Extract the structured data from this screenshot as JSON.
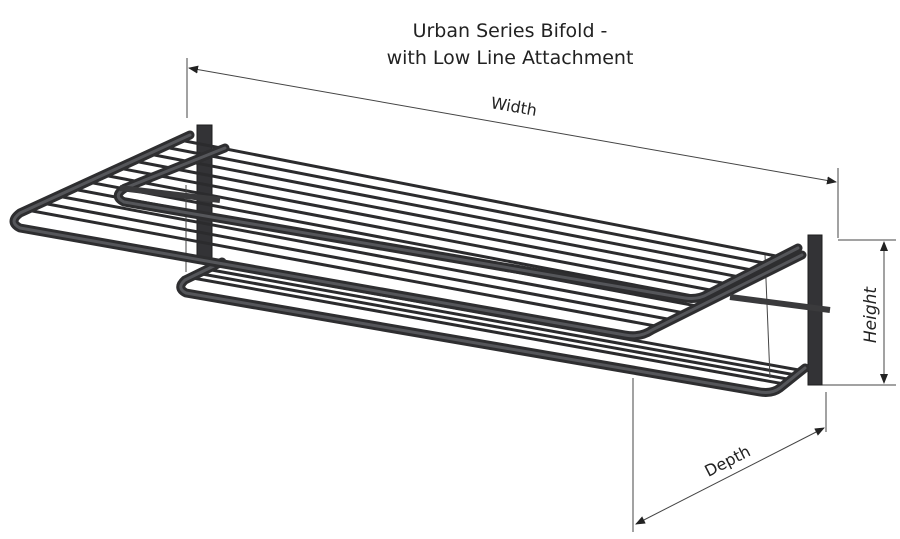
{
  "title": {
    "line1": "Urban Series Bifold -",
    "line2": "with Low Line Attachment"
  },
  "dimensions": {
    "width": "Width",
    "height": "Height",
    "depth": "Depth"
  }
}
